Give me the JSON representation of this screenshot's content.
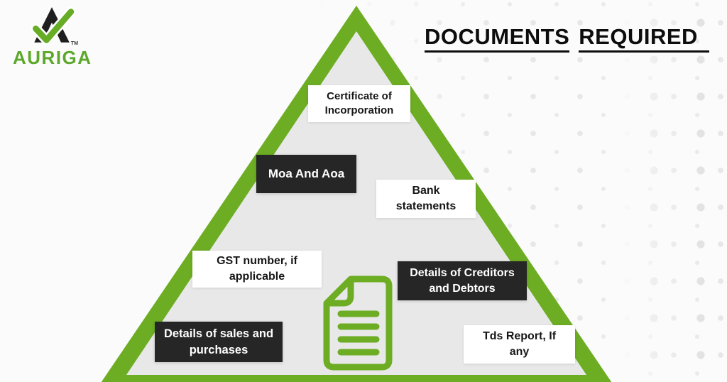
{
  "colors": {
    "green": "#6DAD23",
    "dark_box": "#262626",
    "triangle_fill": "#E8E8E8",
    "background": "#FBFBFB",
    "dot": "#E7E7E7",
    "title_text": "#0D0D0D",
    "logo_green": "#5CA82B"
  },
  "logo": {
    "brand": "AURIGA",
    "trademark": "TM",
    "mark": "auriga-peak-checkmark"
  },
  "title": {
    "text": "DOCUMENTS REQUIRED",
    "words": [
      "DOCUMENTS",
      "REQUIRED"
    ]
  },
  "pyramid": {
    "shape": "triangle",
    "icon": "document-icon",
    "labels": [
      {
        "text": "Certificate of Incorporation",
        "variant": "light"
      },
      {
        "text": "Moa And Aoa",
        "variant": "dark"
      },
      {
        "text": "Bank statements",
        "variant": "light"
      },
      {
        "text": "GST number, if applicable",
        "variant": "light"
      },
      {
        "text": "Details of Creditors and Debtors",
        "variant": "dark"
      },
      {
        "text": "Details of sales and purchases",
        "variant": "dark"
      },
      {
        "text": "Tds Report, If any",
        "variant": "light"
      }
    ]
  }
}
